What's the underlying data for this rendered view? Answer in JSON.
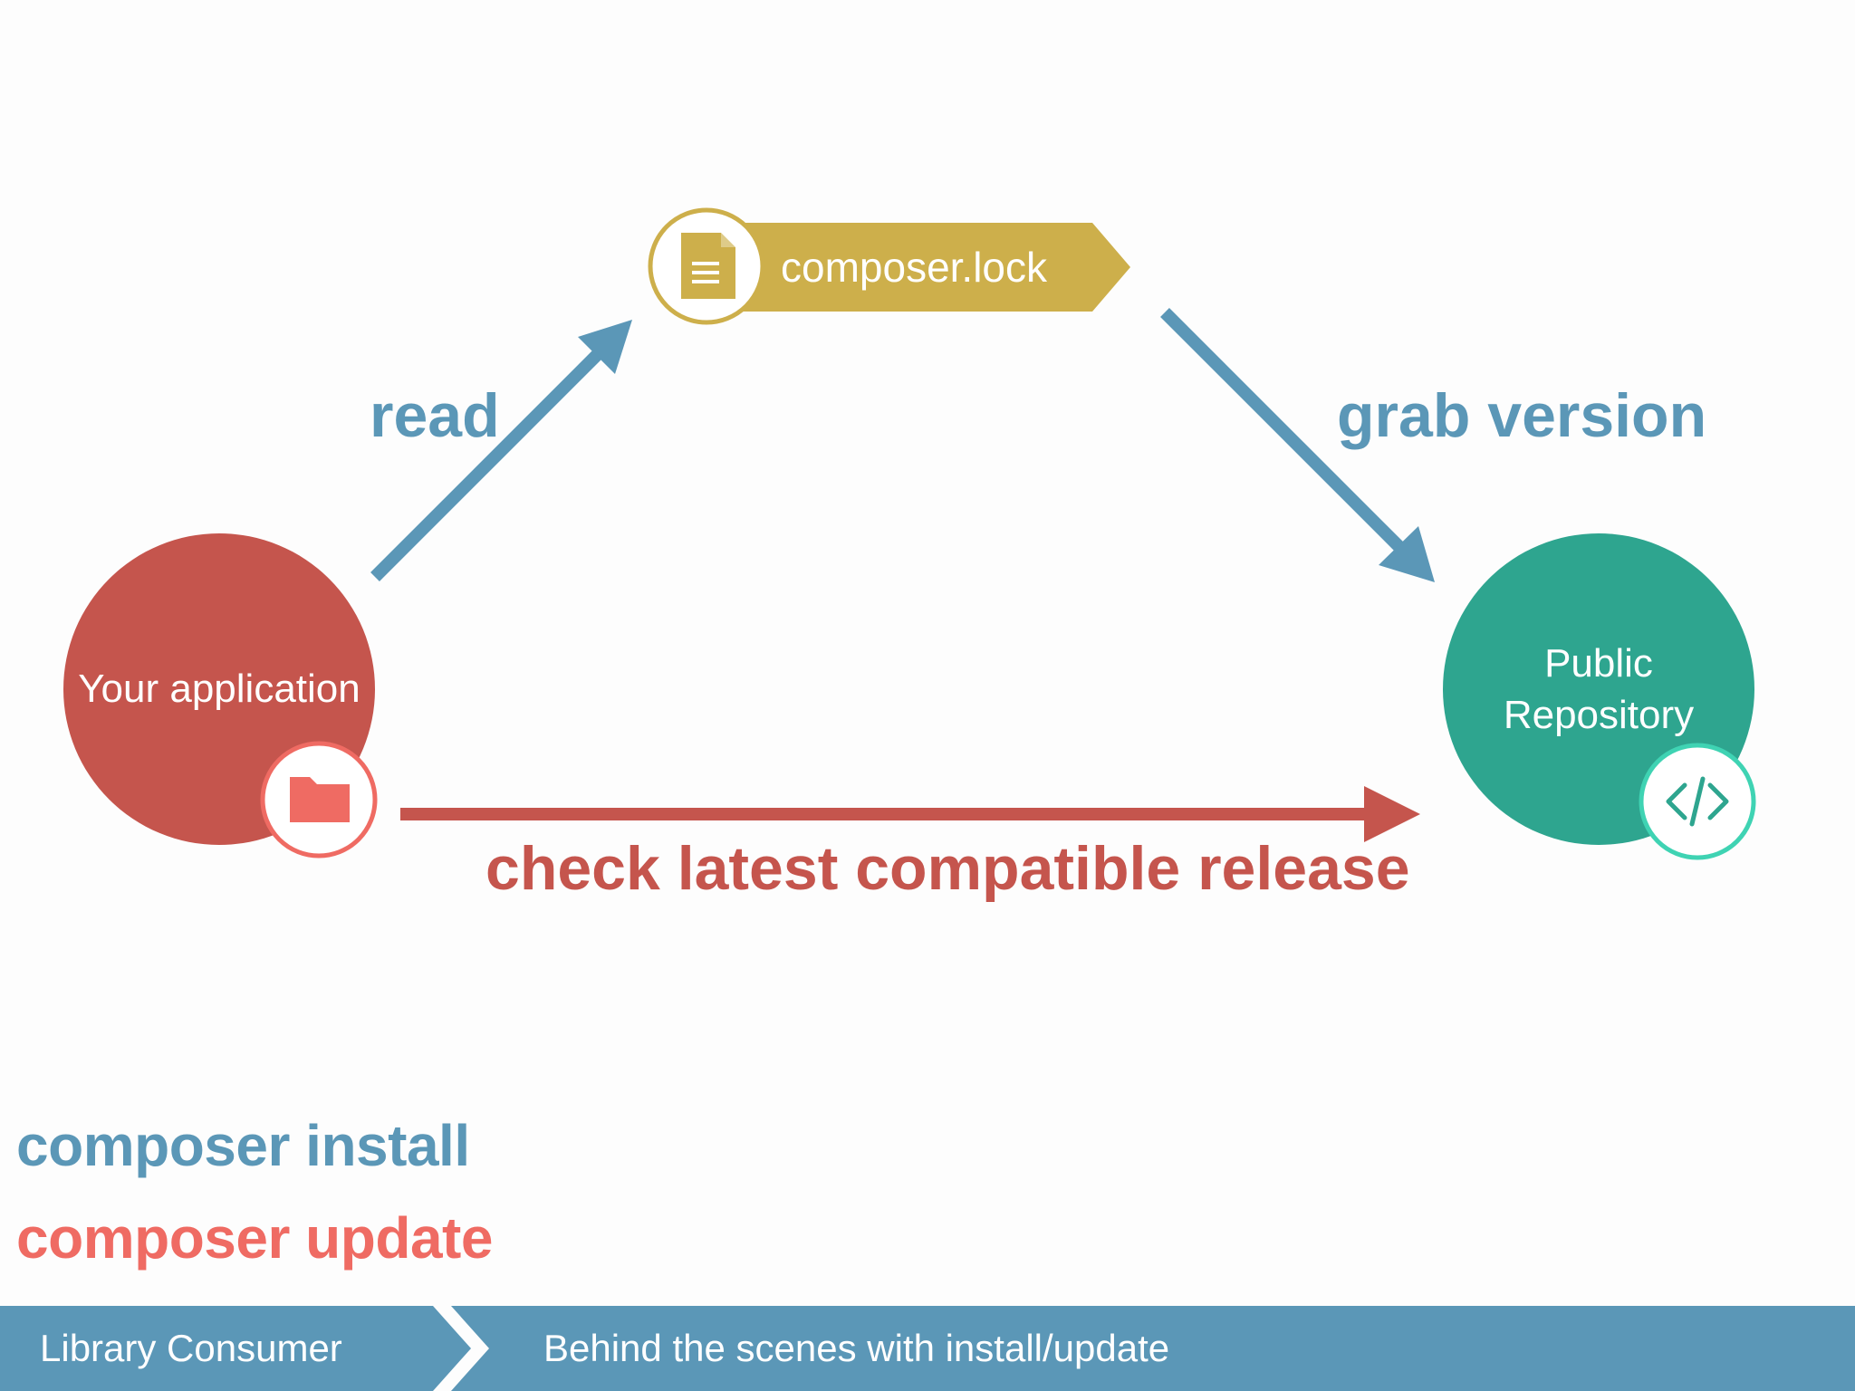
{
  "diagram": {
    "lock_label": "composer.lock",
    "app_label": "Your application",
    "repo_label_line1": "Public",
    "repo_label_line2": "Repository",
    "read_label": "read",
    "grab_label": "grab version",
    "check_label": "check latest compatible release",
    "icons": {
      "lock": "document-icon",
      "app": "folder-icon",
      "repo": "code-icon"
    }
  },
  "legend": {
    "install": "composer install",
    "update": "composer update"
  },
  "breadcrumb": {
    "section": "Library Consumer",
    "title": "Behind the scenes with install/update"
  },
  "colors": {
    "blue": "#5b97b7",
    "red": "#c5554d",
    "coral": "#ef6b63",
    "gold": "#cdaf4b",
    "teal": "#2ea58f",
    "teal_light": "#3fd3b3"
  }
}
